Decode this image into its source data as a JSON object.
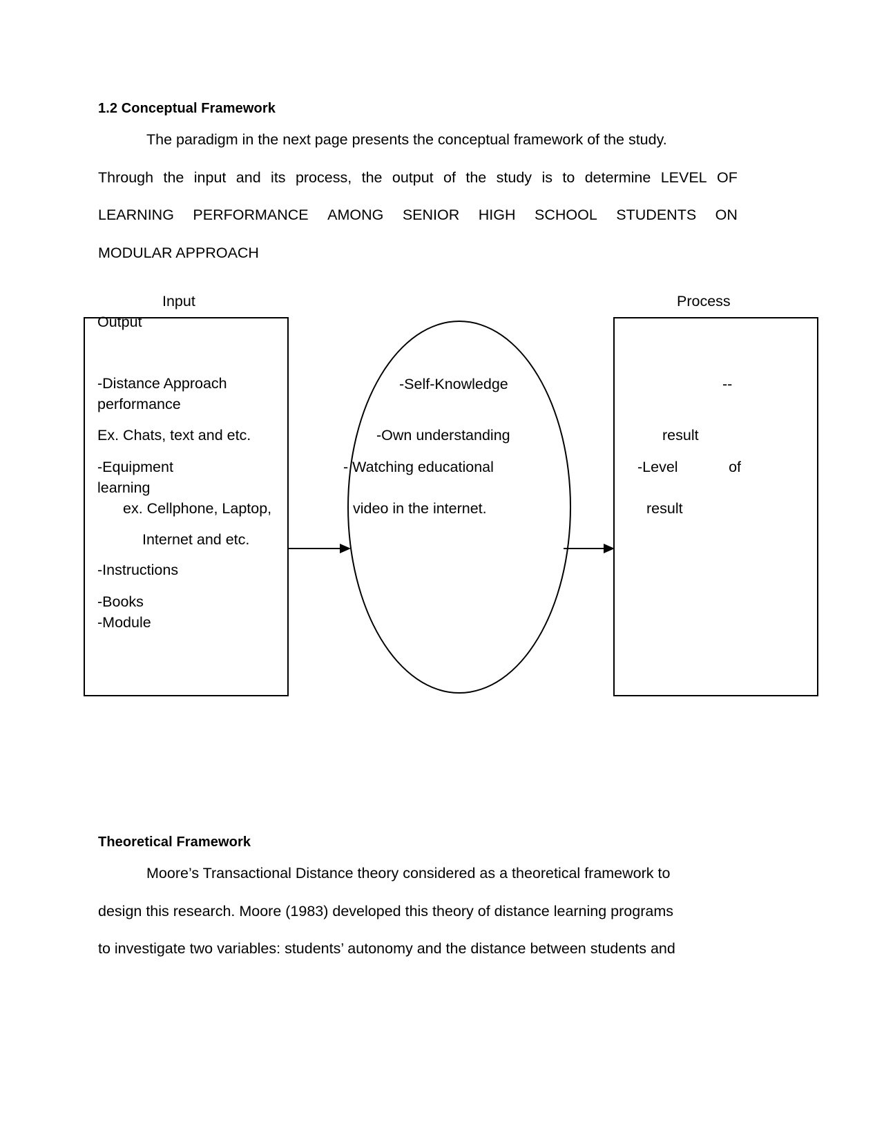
{
  "document": {
    "section_1": {
      "heading": "1.2 Conceptual Framework",
      "paragraph_lines": [
        "The paradigm in the next page presents the conceptual framework of the study.",
        [
          "Through",
          "the",
          "input",
          "and",
          "its",
          "process,",
          "the",
          "output",
          "of",
          "the",
          "study",
          "is",
          "to",
          "determine",
          "LEVEL",
          "OF"
        ],
        [
          "LEARNING",
          "PERFORMANCE",
          "AMONG",
          "SENIOR",
          "HIGH",
          "SCHOOL",
          "STUDENTS",
          "ON"
        ],
        "MODULAR APPROACH"
      ]
    },
    "section_2": {
      "heading": "Theoretical Framework",
      "paragraph_lines": [
        "Moore’s Transactional Distance theory considered as a theoretical framework to",
        "design this research. Moore (1983) developed this theory of distance learning programs",
        "to investigate two variables: students’ autonomy and the distance between students and"
      ]
    }
  },
  "diagram": {
    "stage_labels": {
      "input": "Input",
      "process": "Process",
      "output": "Output"
    },
    "input_box": {
      "lines": [
        "-Distance Approach",
        "performance",
        "Ex. Chats, text and etc.",
        "-Equipment",
        "learning",
        "ex. Cellphone, Laptop,",
        "Internet and etc.",
        "-Instructions",
        "-Books",
        "-Module"
      ]
    },
    "process_ellipse": {
      "lines": [
        "-Self-Knowledge",
        "-Own understanding",
        "- Watching educational",
        "video in the internet."
      ]
    },
    "output_box": {
      "lines": [
        "--",
        "result",
        "-Level",
        "of",
        "result"
      ]
    },
    "connectors": {
      "arrow_1": "arrow-input-to-process",
      "arrow_2": "arrow-process-to-output"
    }
  },
  "colors": {
    "ink": "#000000",
    "page": "#ffffff"
  }
}
